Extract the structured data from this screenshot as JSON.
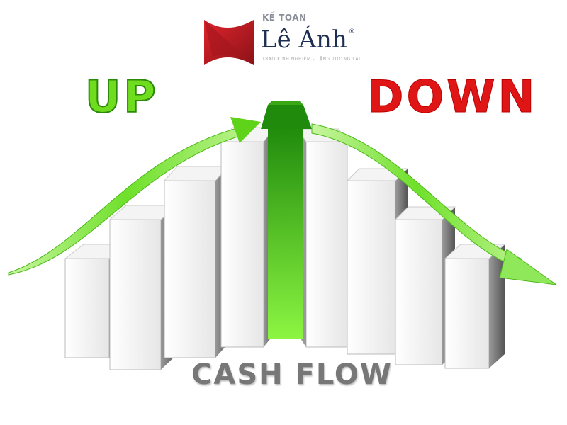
{
  "logo": {
    "top_text": "KẾ TOÁN",
    "name": "Lê Ánh",
    "registered": "®",
    "tagline": "TRAO KINH NGHIỆM - TẶNG TƯƠNG LAI"
  },
  "labels": {
    "up": "UP",
    "down": "DOWN",
    "cash_flow": "CASH FLOW"
  },
  "colors": {
    "up": "#6fdc1e",
    "down": "#e01616",
    "arrow_green": "#5fd21a",
    "logo_red": "#c8202a",
    "logo_navy": "#1c2e52"
  }
}
